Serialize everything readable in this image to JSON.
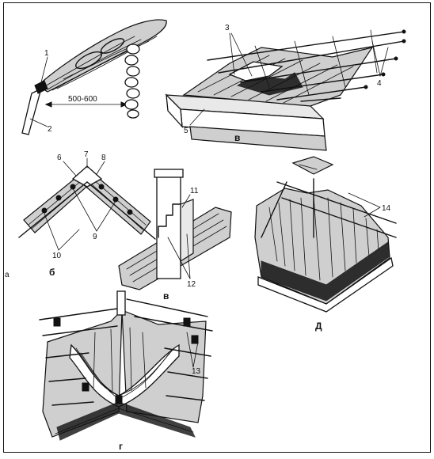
{
  "panels": {
    "a": {
      "letter": "",
      "labels": {
        "n1": "1",
        "n2": "2",
        "dimension": "500-600"
      }
    },
    "b": {
      "letter": "в",
      "labels": {
        "n3": "3",
        "n4": "4",
        "n5": "5"
      }
    },
    "c": {
      "letter": "б",
      "labels": {
        "n6": "6",
        "n7": "7",
        "n8": "8",
        "n9": "9",
        "n10": "10"
      }
    },
    "d": {
      "letter": "в",
      "labels": {
        "n11": "11",
        "n12": "12"
      }
    },
    "e": {
      "letter": "Д",
      "labels": {
        "n14": "14"
      }
    },
    "f": {
      "letter": "г",
      "labels": {
        "n13": "13"
      }
    }
  },
  "corner_mark": "a"
}
